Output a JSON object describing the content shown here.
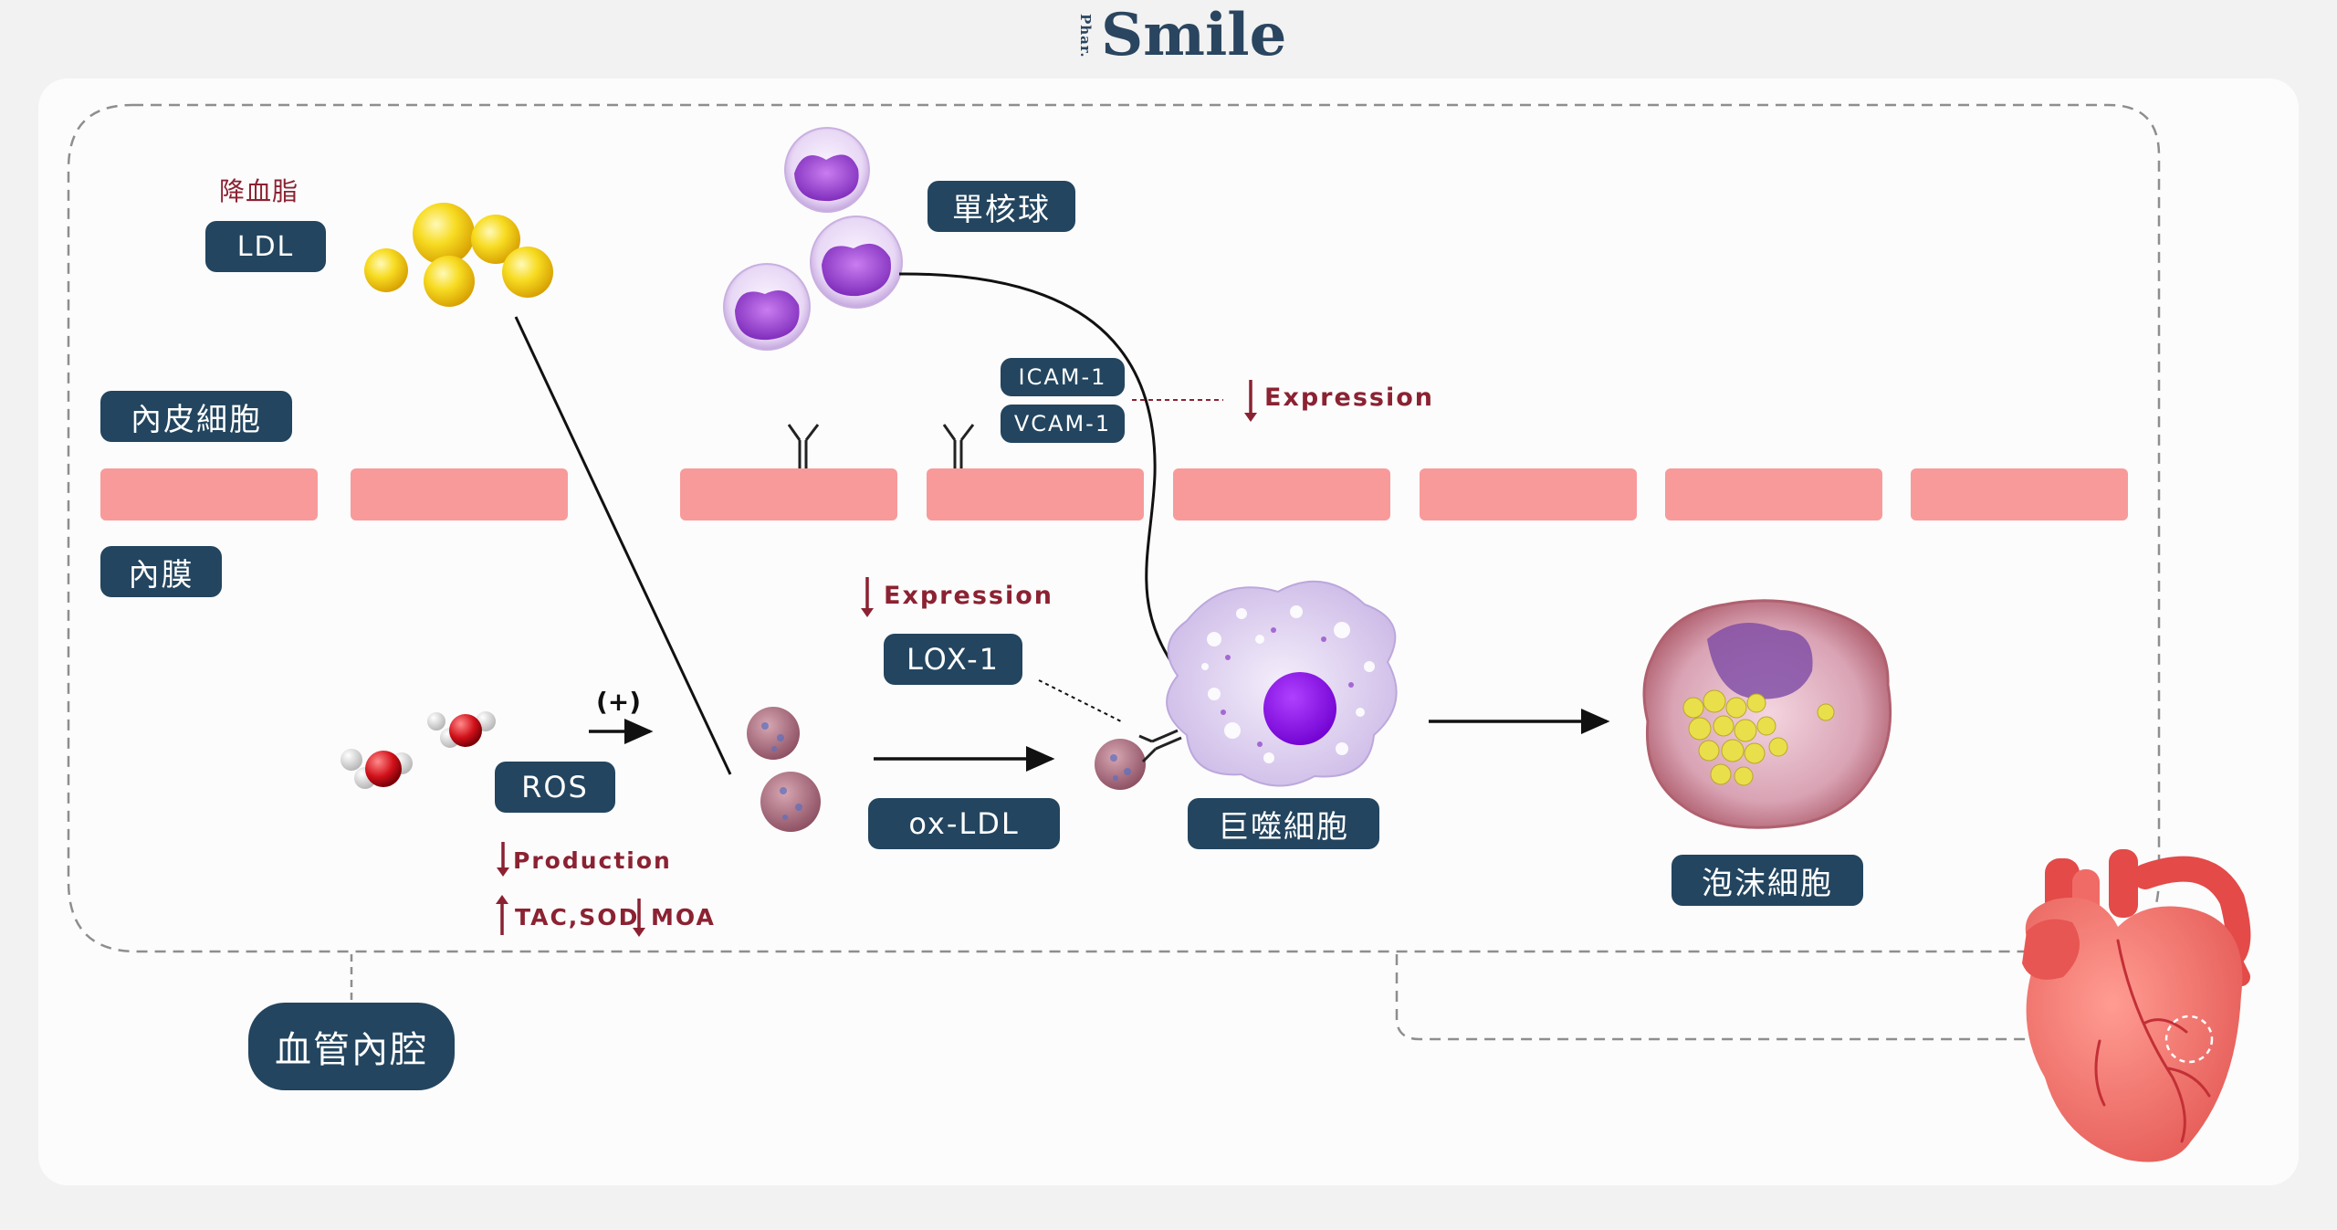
{
  "brand": {
    "small": "Phar.",
    "big": "Smile"
  },
  "labels": {
    "ldl_note": "降血脂",
    "ldl": "LDL",
    "monocyte": "單核球",
    "endothelial": "內皮細胞",
    "intima": "內膜",
    "icam": "ICAM-1",
    "vcam": "VCAM-1",
    "expression_adhesion": "Expression",
    "expression_lox": "Expression",
    "lox": "LOX-1",
    "ros": "ROS",
    "plus": "(+)",
    "production": "Production",
    "tac_sod": "TAC,SOD",
    "moa": "MOA",
    "oxldl": "ox-LDL",
    "macrophage": "巨噬細胞",
    "foam_cell": "泡沫細胞",
    "lumen": "血管內腔"
  },
  "colors": {
    "pill": "#23455f",
    "accent_red": "#8b2232",
    "endothelium": "#f89a9a",
    "ldl": "#f4d21c",
    "monocyte": "#9c4fd0",
    "macrophage_nucleus": "#8a00e0",
    "heart": "#e8605c"
  },
  "icons": [
    "ldl-particle-icon",
    "monocyte-icon",
    "receptor-icon",
    "ros-molecule-icon",
    "oxldl-particle-icon",
    "macrophage-icon",
    "foam-cell-icon",
    "heart-icon",
    "arrow-down-icon",
    "arrow-up-icon"
  ]
}
